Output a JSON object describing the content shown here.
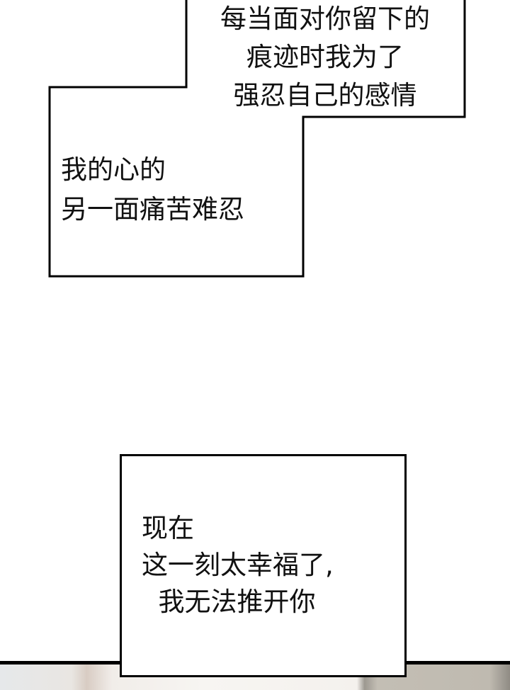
{
  "captions": [
    {
      "lines": "每当面对你留下的\n痕迹时我为了\n强忍自己的感情"
    },
    {
      "lines": "我的心的\n另一面痛苦难忍"
    },
    {
      "lines": "现在\n这一刻太幸福了,\n  我无法推开你"
    }
  ]
}
